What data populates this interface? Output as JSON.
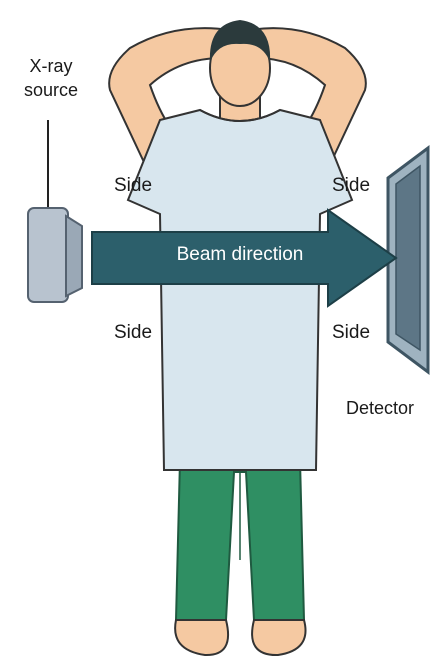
{
  "labels": {
    "source_line1": "X-ray",
    "source_line2": "source",
    "side": "Side",
    "beam": "Beam direction",
    "detector": "Detector"
  },
  "icons": [
    "xray-source-icon",
    "detector-panel-icon",
    "person-figure"
  ],
  "colors": {
    "gown": "#d8e6ee",
    "pants": "#2f8f63",
    "skin": "#f5c9a2",
    "hair": "#2b3a3c",
    "beam": "#2c5f6b",
    "source": "#b8c3cf",
    "detector": "#7f98a8"
  }
}
